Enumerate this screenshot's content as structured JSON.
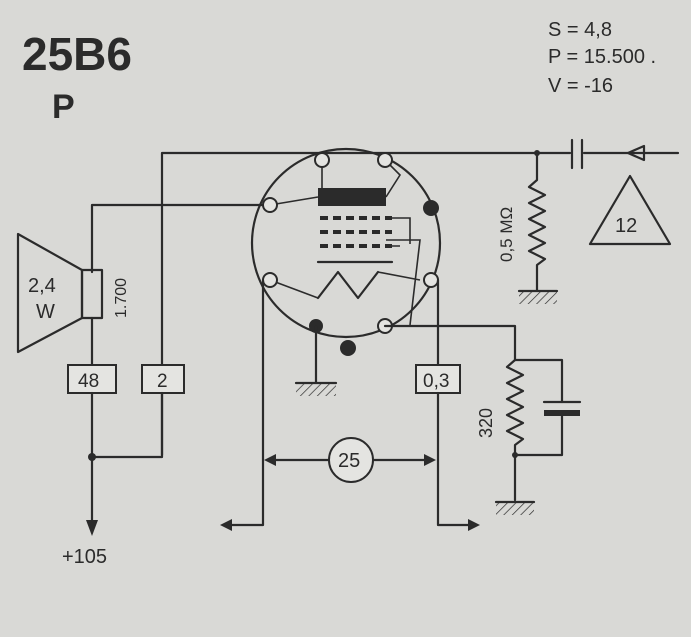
{
  "tube": {
    "name": "25B6",
    "type_letter": "P"
  },
  "params": {
    "s": "S = 4,8",
    "p": "P = 15.500 .",
    "v": "V = -16"
  },
  "speaker": {
    "power_top": "2,4",
    "power_bottom": "W",
    "transformer": "1.700"
  },
  "boxes": {
    "b48": "48",
    "b2": "2",
    "b03": "0,3",
    "b25": "25",
    "b12": "12"
  },
  "resistors": {
    "grid": "0,5 MΩ",
    "cathode": "320"
  },
  "supply": "+105"
}
